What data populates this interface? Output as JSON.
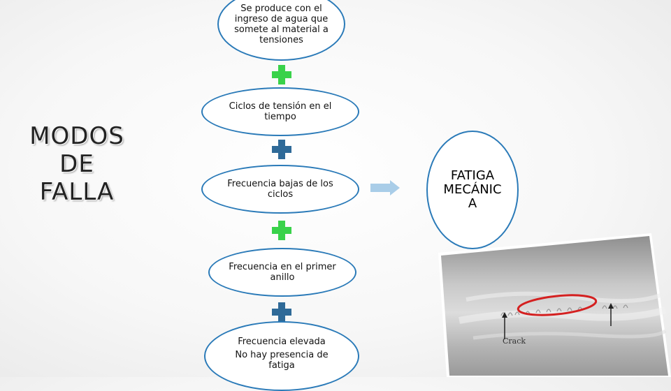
{
  "title": {
    "line1": "MODOS",
    "line2": "DE",
    "line3": "FALLA"
  },
  "boxes": [
    {
      "text": "Se produce con el ingreso de agua que somete al material a tensiones"
    },
    {
      "text": "Ciclos de tensión en el tiempo"
    },
    {
      "text": "Frecuencia bajas de los ciclos"
    },
    {
      "text": "Frecuencia en el primer anillo"
    },
    {
      "line1": "Frecuencia elevada",
      "line2": "No hay presencia de fatiga"
    }
  ],
  "connectors": [
    {
      "icon": "plus-icon",
      "color": "#39d24a"
    },
    {
      "icon": "plus-icon",
      "color": "#2f6a98"
    },
    {
      "icon": "plus-icon",
      "color": "#39d24a"
    },
    {
      "icon": "plus-icon",
      "color": "#2f6a98"
    }
  ],
  "arrow": {
    "icon": "right-arrow-icon",
    "color": "#a9cde8"
  },
  "result": {
    "text": "FATIGA MECÁNIC A"
  },
  "photo": {
    "label": "Crack",
    "highlight_color": "#d42020"
  }
}
